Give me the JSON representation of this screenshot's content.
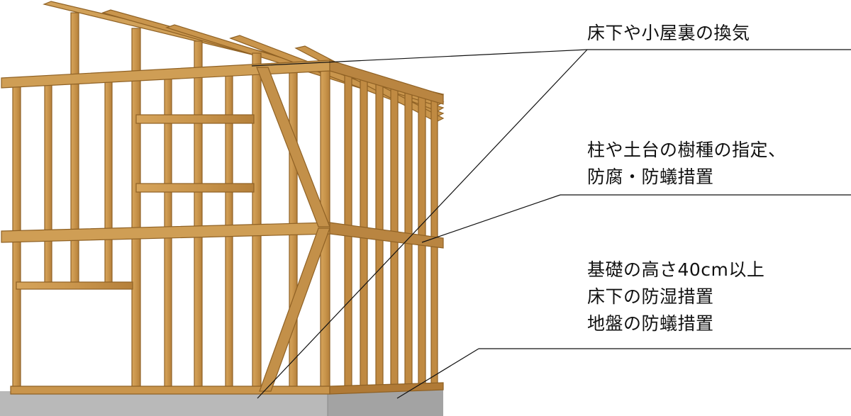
{
  "callouts": [
    {
      "id": "ventilation",
      "lines": [
        "床下や小屋裏の換気"
      ]
    },
    {
      "id": "wood",
      "lines": [
        "柱や土台の樹種の指定、",
        "防腐・防蟻措置"
      ]
    },
    {
      "id": "foundation",
      "lines": [
        "基礎の高さ40cm以上",
        "床下の防湿措置",
        "地盤の防蟻措置"
      ]
    }
  ],
  "colors": {
    "timber": "#c9954c",
    "timber_dark": "#8f6124",
    "timber_side": "#b07a36",
    "foundation": "#b9b9b9",
    "foundation_dark": "#9d9d9d",
    "leader_line": "#111111"
  }
}
